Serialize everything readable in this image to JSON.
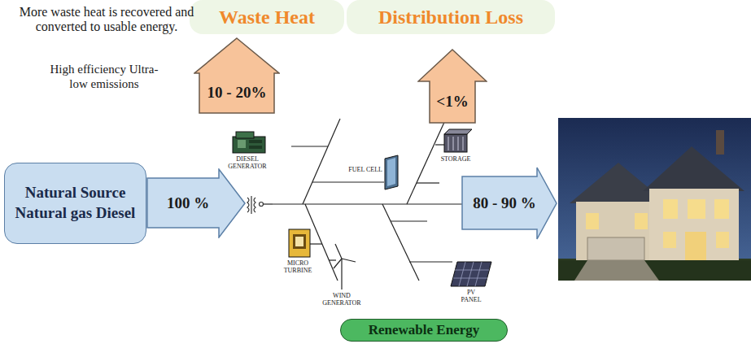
{
  "diagram": {
    "nodes": [
      {
        "text": [
          "Waste Heat"
        ]
      },
      {
        "text": [
          "Distribution Loss"
        ]
      },
      {
        "text": [
          "10 - 20%"
        ]
      },
      {
        "text": [
          "<1%"
        ]
      },
      {
        "text": [
          "Natural Source Natural gas Diesel"
        ]
      },
      {
        "text": [
          "100 %"
        ]
      },
      {
        "text": [
          "80 - 90 %"
        ]
      },
      {
        "text": [
          "Renewable Energy"
        ]
      }
    ],
    "labels": [
      "More waste heat is recovered and converted to usable energy.",
      "High efficiency Ultra-low emissions",
      "DIESEL GENERATOR",
      "FUEL CELL",
      "STORAGE",
      "MICRO TURBINE",
      "WIND GENERATOR",
      "PV PANEL"
    ]
  }
}
